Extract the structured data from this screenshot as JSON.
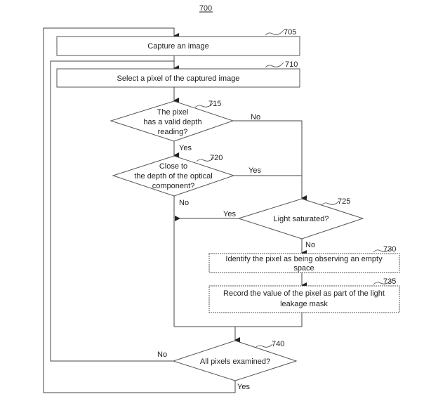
{
  "figure": {
    "number": "700"
  },
  "nodes": {
    "n705": {
      "ref": "705",
      "type": "process",
      "lines": [
        "Capture an image"
      ]
    },
    "n710": {
      "ref": "710",
      "type": "process",
      "lines": [
        "Select a pixel of the captured image"
      ]
    },
    "n715": {
      "ref": "715",
      "type": "decision",
      "lines": [
        "The pixel",
        "has a valid depth",
        "reading?"
      ]
    },
    "n720": {
      "ref": "720",
      "type": "decision",
      "lines": [
        "Close to",
        "the depth of the optical",
        "component?"
      ]
    },
    "n725": {
      "ref": "725",
      "type": "decision",
      "lines": [
        "Light saturated?"
      ]
    },
    "n730": {
      "ref": "730",
      "type": "process",
      "lines": [
        "Identify the pixel as being observing an empty",
        "space"
      ]
    },
    "n735": {
      "ref": "735",
      "type": "process",
      "lines": [
        "Record the value of the pixel as part of the light",
        "leakage mask"
      ]
    },
    "n740": {
      "ref": "740",
      "type": "decision",
      "lines": [
        "All pixels examined?"
      ]
    }
  },
  "edges": {
    "e715_no": "No",
    "e715_yes": "Yes",
    "e720_yes": "Yes",
    "e720_no": "No",
    "e725_yes": "Yes",
    "e725_no": "No",
    "e740_no": "No",
    "e740_yes": "Yes"
  }
}
